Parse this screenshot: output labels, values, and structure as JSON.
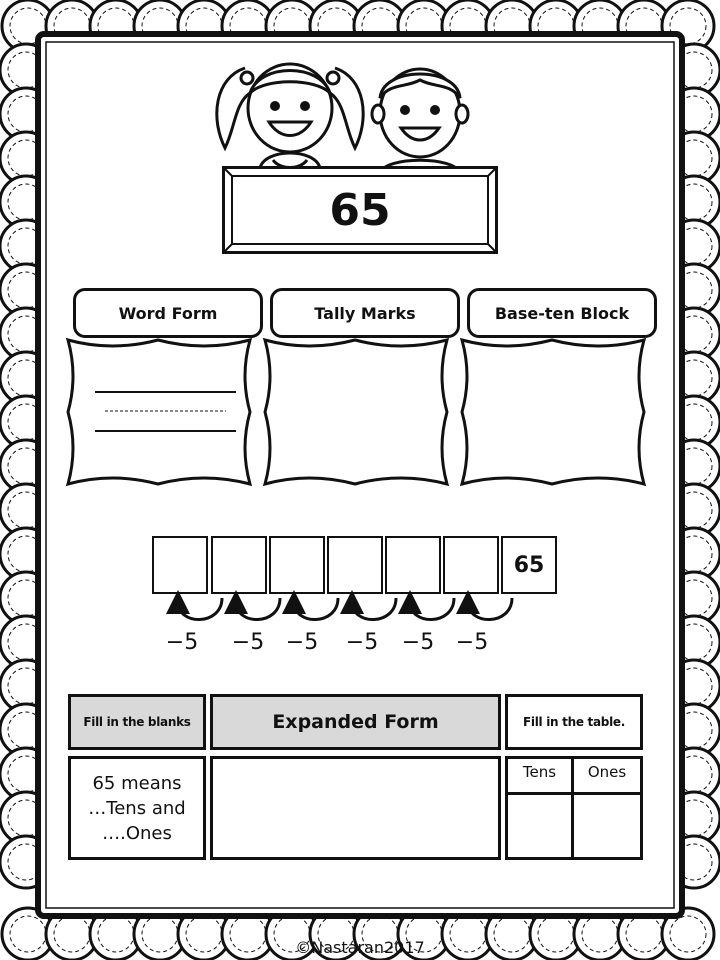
{
  "number": "65",
  "headers": {
    "word_form": "Word Form",
    "tally_marks": "Tally Marks",
    "base_ten_block": "Base-ten Block"
  },
  "number_line": {
    "end_value": "65",
    "step_labels": [
      "−5",
      "−5",
      "−5",
      "−5",
      "−5",
      "−5"
    ]
  },
  "table": {
    "fill_blanks_header": "Fill in the blanks",
    "expanded_header": "Expanded Form",
    "fill_table_header": "Fill in the table.",
    "fill_blanks_lines": [
      "65 means",
      "…Tens and",
      "….Ones"
    ],
    "tens_label": "Tens",
    "ones_label": "Ones"
  },
  "copyright": "©Nastaran2017",
  "icons": [
    "girl-illustration",
    "boy-illustration",
    "scalloped-border"
  ]
}
